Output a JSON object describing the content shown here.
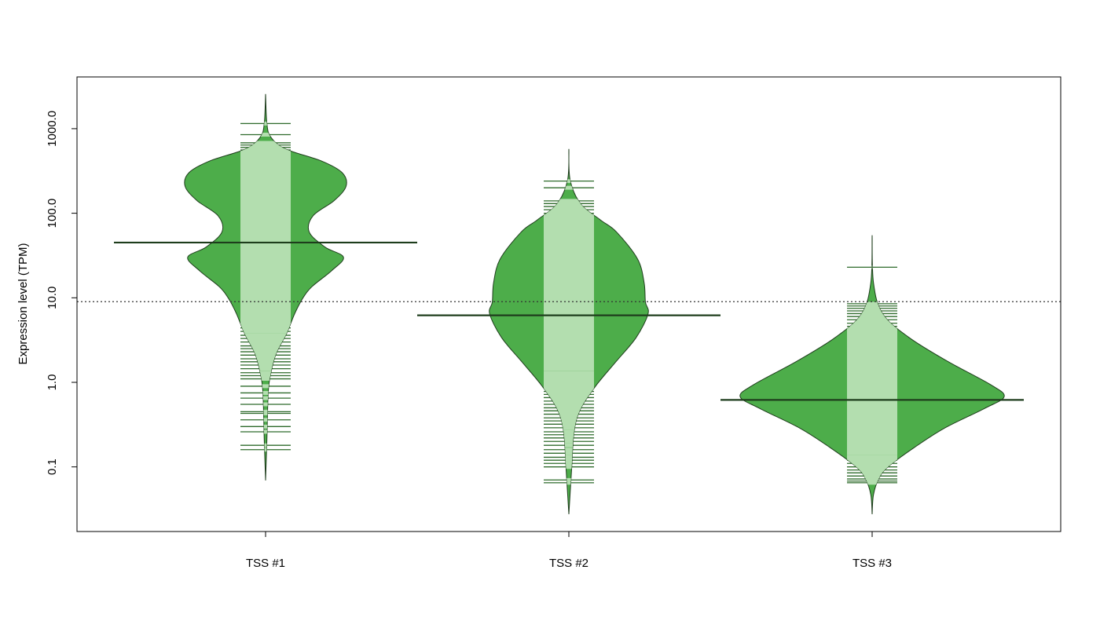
{
  "chart_data": {
    "type": "beanplot",
    "title": "",
    "xlabel": "",
    "ylabel": "Expression level (TPM)",
    "yscale": "log10",
    "ylim": [
      0.022,
      3000
    ],
    "yticks": [
      0.1,
      1,
      10,
      100,
      1000
    ],
    "ytick_labels": [
      "0.1",
      "1.0",
      "10.0",
      "100.0",
      "1000.0"
    ],
    "reference_line": 9.0,
    "categories": [
      "TSS #1",
      "TSS #2",
      "TSS #3"
    ],
    "colors": {
      "fill": "#4DAD4A",
      "beanline_inside": "#B3DEAF",
      "beanline_outside": "#2F6B2C",
      "border": "#1E3D1C",
      "median": "#1E3D1C"
    },
    "series": [
      {
        "name": "TSS #1",
        "median": 45,
        "density": [
          [
            3.41,
            0
          ],
          [
            3.06,
            0.01
          ],
          [
            2.9,
            0.04
          ],
          [
            2.76,
            0.15
          ],
          [
            2.62,
            0.42
          ],
          [
            2.48,
            0.58
          ],
          [
            2.32,
            0.61
          ],
          [
            2.15,
            0.52
          ],
          [
            1.97,
            0.36
          ],
          [
            1.78,
            0.33
          ],
          [
            1.6,
            0.45
          ],
          [
            1.48,
            0.59
          ],
          [
            1.32,
            0.5
          ],
          [
            1.13,
            0.35
          ],
          [
            0.99,
            0.28
          ],
          [
            0.81,
            0.22
          ],
          [
            0.58,
            0.16
          ],
          [
            0.34,
            0.08
          ],
          [
            0.11,
            0.04
          ],
          [
            -0.12,
            0.02
          ],
          [
            -0.68,
            0.01
          ],
          [
            -1.16,
            0
          ]
        ],
        "values": [
          1150,
          850,
          680,
          640,
          600,
          560,
          520,
          480,
          450,
          420,
          400,
          380,
          350,
          330,
          310,
          290,
          270,
          250,
          235,
          220,
          205,
          190,
          180,
          170,
          160,
          150,
          140,
          130,
          122,
          115,
          108,
          100,
          94,
          88,
          82,
          76,
          71,
          66,
          62,
          58,
          54,
          50,
          47,
          44,
          41,
          38,
          35,
          33,
          31,
          29,
          27,
          25,
          23,
          21,
          19.5,
          18,
          16.5,
          15,
          14,
          13,
          12,
          11,
          10,
          9.2,
          8.4,
          7.7,
          7,
          6.4,
          5.8,
          5.3,
          4.8,
          4.4,
          4,
          3.6,
          3.3,
          3,
          2.7,
          2.5,
          2.3,
          2.1,
          1.9,
          1.75,
          1.6,
          1.45,
          1.3,
          1.2,
          1.1,
          0.9,
          0.75,
          0.65,
          0.55,
          0.45,
          0.43,
          0.36,
          0.3,
          0.26,
          0.18,
          0.16
        ]
      },
      {
        "name": "TSS #2",
        "median": 6.2,
        "density": [
          [
            2.76,
            0
          ],
          [
            2.39,
            0.01
          ],
          [
            2.11,
            0.09
          ],
          [
            1.92,
            0.24
          ],
          [
            1.78,
            0.36
          ],
          [
            1.46,
            0.52
          ],
          [
            1.18,
            0.57
          ],
          [
            0.95,
            0.58
          ],
          [
            0.81,
            0.6
          ],
          [
            0.53,
            0.51
          ],
          [
            0.25,
            0.36
          ],
          [
            -0.03,
            0.21
          ],
          [
            -0.31,
            0.09
          ],
          [
            -0.58,
            0.04
          ],
          [
            -1.05,
            0.02
          ],
          [
            -1.56,
            0
          ]
        ],
        "values": [
          240,
          200,
          140,
          130,
          120,
          110,
          100,
          92,
          85,
          78,
          72,
          66,
          61,
          56,
          52,
          48,
          44,
          40,
          37,
          34,
          31,
          29,
          27,
          25,
          23,
          21,
          19.5,
          18,
          16.5,
          15,
          14,
          13,
          12,
          11,
          10,
          9.3,
          8.6,
          8,
          7.4,
          6.8,
          6.3,
          5.8,
          5.3,
          4.9,
          4.5,
          4.1,
          3.8,
          3.5,
          3.2,
          2.9,
          2.7,
          2.5,
          2.3,
          2.1,
          1.9,
          1.75,
          1.6,
          1.45,
          1.3,
          1.2,
          1.1,
          1,
          0.92,
          0.85,
          0.78,
          0.72,
          0.66,
          0.6,
          0.55,
          0.5,
          0.46,
          0.42,
          0.38,
          0.35,
          0.32,
          0.29,
          0.26,
          0.24,
          0.22,
          0.2,
          0.18,
          0.16,
          0.145,
          0.13,
          0.12,
          0.11,
          0.1,
          0.07,
          0.065
        ]
      },
      {
        "name": "TSS #3",
        "median": 0.62,
        "density": [
          [
            1.74,
            0
          ],
          [
            1.18,
            0.01
          ],
          [
            0.81,
            0.08
          ],
          [
            0.53,
            0.28
          ],
          [
            0.25,
            0.57
          ],
          [
            -0.03,
            0.9
          ],
          [
            -0.17,
            1.0
          ],
          [
            -0.31,
            0.85
          ],
          [
            -0.54,
            0.55
          ],
          [
            -0.77,
            0.32
          ],
          [
            -1.0,
            0.12
          ],
          [
            -1.14,
            0.05
          ],
          [
            -1.33,
            0.01
          ],
          [
            -1.56,
            0
          ]
        ],
        "values": [
          23,
          8.5,
          8,
          7.5,
          7,
          6.5,
          6,
          5.5,
          5,
          4.6,
          4.2,
          3.9,
          3.6,
          3.3,
          3,
          2.8,
          2.6,
          2.4,
          2.2,
          2,
          1.85,
          1.7,
          1.55,
          1.42,
          1.3,
          1.2,
          1.1,
          1,
          0.92,
          0.85,
          0.78,
          0.72,
          0.66,
          0.6,
          0.55,
          0.5,
          0.46,
          0.42,
          0.38,
          0.35,
          0.32,
          0.29,
          0.27,
          0.25,
          0.23,
          0.21,
          0.19,
          0.175,
          0.16,
          0.145,
          0.13,
          0.12,
          0.11,
          0.1,
          0.092,
          0.085,
          0.078,
          0.072,
          0.068,
          0.065
        ]
      }
    ]
  }
}
